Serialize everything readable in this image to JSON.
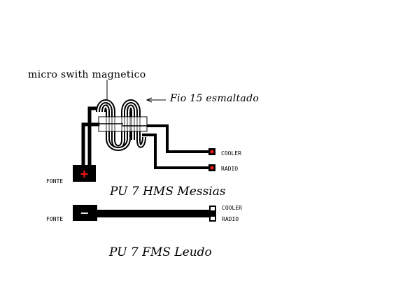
{
  "diagram": {
    "top": {
      "reed_switch_label": "micro swith magnetico",
      "coil_label": "Fio 15 esmaltado",
      "source_label": "FONTE",
      "source_symbol": "+",
      "output_1": "COOLER",
      "output_2": "RADIO",
      "title": "PU 7 HMS Messias"
    },
    "bottom": {
      "source_label": "FONTE",
      "source_symbol": "−",
      "output_1": "COOLER",
      "output_2": "RADIO",
      "title": "PU 7 FMS Leudo"
    },
    "colors": {
      "wire": "#000000",
      "terminal_dot": "#ff1a1a",
      "background": "#ffffff"
    }
  }
}
